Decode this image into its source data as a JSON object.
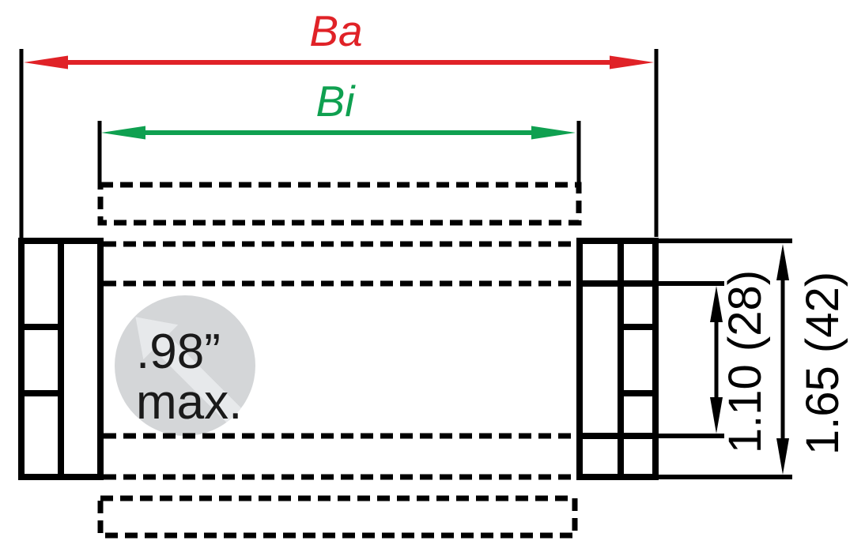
{
  "diagram": {
    "type": "technical-cross-section",
    "width_dimensions": {
      "outer_width_label": "Ba",
      "inner_width_label": "Bi"
    },
    "height_dimensions": {
      "inner_height_label": "1.10 (28)",
      "outer_height_label": "1.65 (42)"
    },
    "watermark": {
      "line1": ".98”",
      "line2": "max."
    },
    "colors": {
      "outer_width_accent": "#e02227",
      "inner_width_accent": "#0fa050",
      "line": "#000000",
      "watermark_circle": "#d4d6d8",
      "watermark_arrow": "#e7e9eb",
      "watermark_text": "#1a1a1a"
    }
  }
}
